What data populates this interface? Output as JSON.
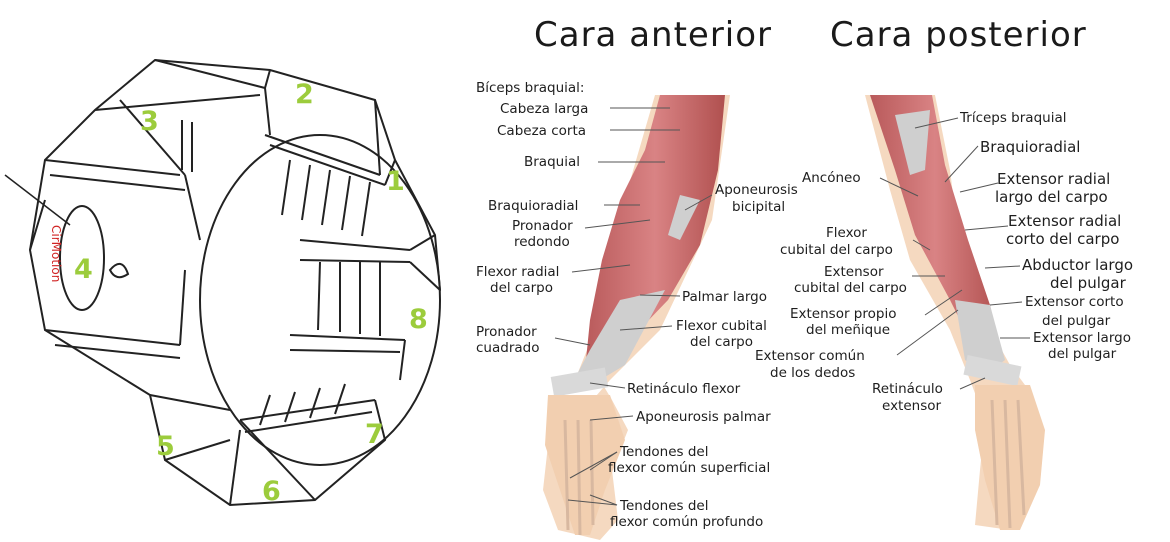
{
  "device": {
    "brand": "CirMotion",
    "colors": {
      "number": "#9ccc3c",
      "brand_text": "#d02424",
      "outline": "#222222"
    },
    "sensor_numbers": [
      "1",
      "2",
      "3",
      "4",
      "5",
      "6",
      "7",
      "8"
    ]
  },
  "anatomy": {
    "anterior": {
      "title": "Cara anterior",
      "labels": {
        "biceps_header": "Bíceps braquial:",
        "cabeza_larga": "Cabeza larga",
        "cabeza_corta": "Cabeza corta",
        "braquial": "Braquial",
        "braquioradial": "Braquioradial",
        "pronador_redondo_1": "Pronador",
        "pronador_redondo_2": "redondo",
        "flexor_radial_1": "Flexor radial",
        "flexor_radial_2": "del carpo",
        "pronador_cuadrado_1": "Pronador",
        "pronador_cuadrado_2": "cuadrado",
        "aponeurosis_bicipital_1": "Aponeurosis",
        "aponeurosis_bicipital_2": "bicipital",
        "palmar_largo": "Palmar largo",
        "flexor_cubital_1": "Flexor cubital",
        "flexor_cubital_2": "del carpo",
        "retinaculo_flexor": "Retináculo flexor",
        "aponeurosis_palmar": "Aponeurosis palmar",
        "tendones_superficial_1": "Tendones del",
        "tendones_superficial_2": "flexor común superficial",
        "tendones_profundo_1": "Tendones del",
        "tendones_profundo_2": "flexor común profundo"
      }
    },
    "posterior": {
      "title": "Cara posterior",
      "labels": {
        "triceps": "Tríceps braquial",
        "braquioradial": "Braquioradial",
        "anconeo": "Ancóneo",
        "ext_radial_largo_1": "Extensor radial",
        "ext_radial_largo_2": "largo del carpo",
        "ext_radial_corto_1": "Extensor radial",
        "ext_radial_corto_2": "corto del carpo",
        "flexor_cubital_1": "Flexor",
        "flexor_cubital_2": "cubital del carpo",
        "abductor_1": "Abductor largo",
        "abductor_2": "del pulgar",
        "ext_cubital_1": "Extensor",
        "ext_cubital_2": "cubital del carpo",
        "ext_corto_pulgar_1": "Extensor corto",
        "ext_corto_pulgar_2": "del pulgar",
        "ext_propio_1": "Extensor propio",
        "ext_propio_2": "del meñique",
        "ext_largo_pulgar_1": "Extensor largo",
        "ext_largo_pulgar_2": "del pulgar",
        "ext_comun_1": "Extensor común",
        "ext_comun_2": "de los dedos",
        "retinaculo_1": "Retináculo",
        "retinaculo_2": "extensor"
      }
    },
    "colors": {
      "muscle": "#c9706f",
      "muscle_dark": "#a84a4c",
      "tendon": "#cfcfcf",
      "skin": "#f2cfb0"
    }
  }
}
